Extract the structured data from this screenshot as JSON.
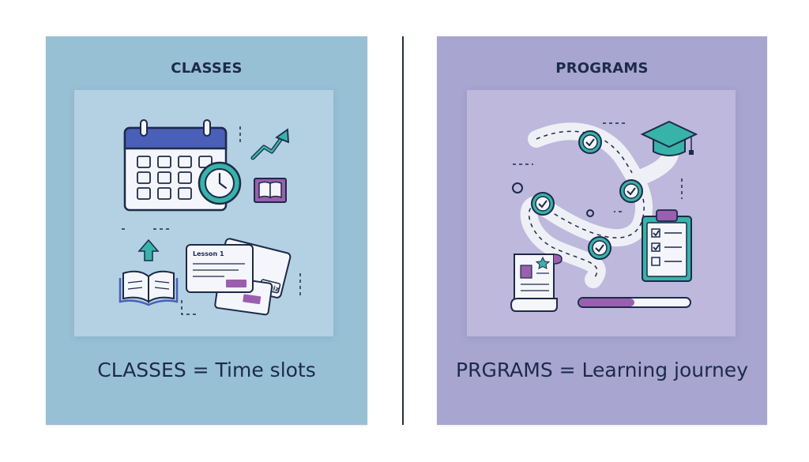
{
  "left": {
    "heading": "CLASSES",
    "caption": "CLASSES = Time slots",
    "lesson_label": "Lesson 1",
    "quiz_label": "Quiz",
    "icons": [
      "calendar-icon",
      "clock-icon",
      "trend-arrow-icon",
      "book-icon",
      "up-arrow-icon",
      "open-book-icon",
      "lesson-card-icon",
      "quiz-card-icon"
    ]
  },
  "right": {
    "heading": "PROGRAMS",
    "caption": "PRGRAMS = Learning journey",
    "progress": 0.5,
    "icons": [
      "winding-path-icon",
      "checkpoint-icon",
      "graduation-cap-icon",
      "clipboard-checklist-icon",
      "certificate-icon",
      "progress-bar-icon"
    ]
  },
  "colors": {
    "left_panel": "#98c0d5",
    "right_panel": "#a8a6d0",
    "navy": "#1d2a4a",
    "teal": "#38b3a8",
    "purple": "#9a5fae",
    "calendar_blue": "#4a5fb8"
  }
}
